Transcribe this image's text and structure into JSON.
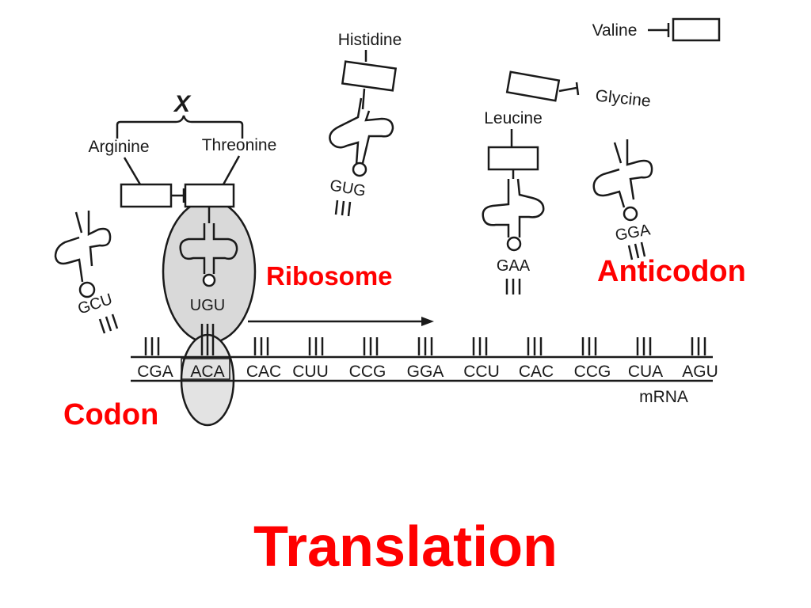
{
  "labels": {
    "x_group": "X",
    "ribosome": "Ribosome",
    "anticodon": "Anticodon",
    "codon": "Codon",
    "title": "Translation",
    "mrna": "mRNA"
  },
  "amino_acids": {
    "arginine": "Arginine",
    "threonine": "Threonine",
    "histidine": "Histidine",
    "valine": "Valine",
    "glycine": "Glycine",
    "leucine": "Leucine"
  },
  "anticodons": {
    "gcu": "GCU",
    "ugu": "UGU",
    "gug": "GUG",
    "gaa": "GAA",
    "gga": "GGA"
  },
  "codons": [
    "CGA",
    "ACA",
    "CAC",
    "CUU",
    "CCG",
    "GGA",
    "CCU",
    "CAC",
    "CCG",
    "CUA",
    "AGU"
  ],
  "colors": {
    "accent": "#ff0000",
    "line": "#1a1a1a",
    "ribosome_fill": "#d9d9d9"
  }
}
